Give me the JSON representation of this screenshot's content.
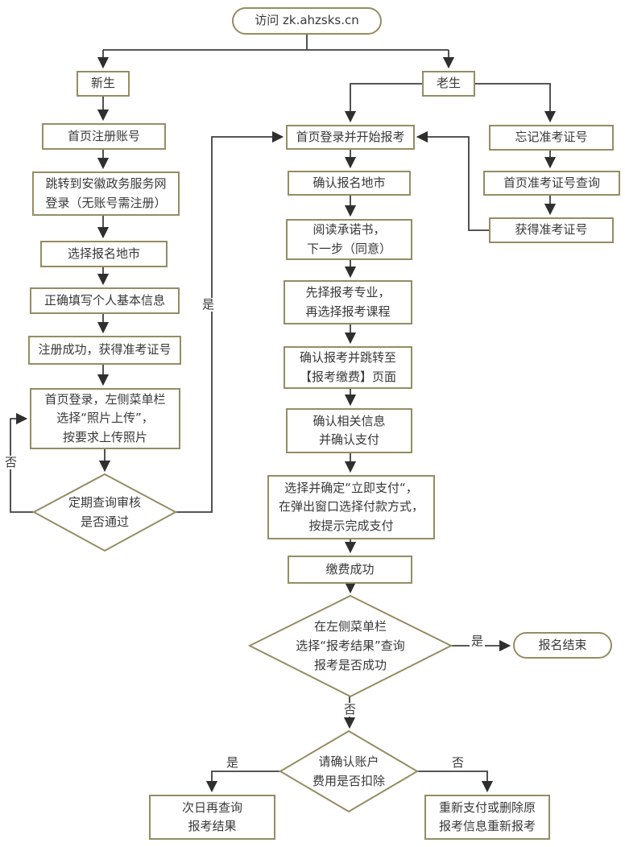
{
  "colors": {
    "box_border": "#948d64",
    "connector": "#3f3f3f",
    "text": "#383838",
    "background": "#ffffff"
  },
  "nodes": {
    "visit": "访问 zk.ahzsks.cn",
    "new_student": "新生",
    "old_student": "老生",
    "register_account": "首页注册账号",
    "gov_login": "跳转到安徽政务服务网\n登录（无账号需注册）",
    "select_city": "选择报名地市",
    "fill_info": "正确填写个人基本信息",
    "register_success": "注册成功，获得准考证号",
    "photo_upload": "首页登录，左侧菜单栏\n选择“照片上传”，\n按要求上传照片",
    "audit_check": "定期查询审核\n是否通过",
    "login_apply": "首页登录并开始报考",
    "confirm_city": "确认报名地市",
    "read_commitment": "阅读承诺书，\n下一步（同意）",
    "choose_major": "先择报考专业，\n再选择报考课程",
    "confirm_apply": "确认报考并跳转至\n【报考缴费】页面",
    "confirm_pay": "确认相关信息\n并确认支付",
    "pay_now": "选择并确定“立即支付“，\n在弹出窗口选择付款方式，\n按提示完成支付",
    "pay_success": "缴费成功",
    "result_check": "在左侧菜单栏\n选择“报考结果”查询\n报考是否成功",
    "finish": "报名结束",
    "deduct_check": "请确认账户\n费用是否扣除",
    "next_day_query": "次日再查询\n报考结果",
    "repay": "重新支付或删除原\n报考信息重新报考",
    "forget_ticket": "忘记准考证号",
    "ticket_query": "首页准考证号查询",
    "obtain_ticket": "获得准考证号"
  },
  "edge_labels": {
    "audit_yes": "是",
    "audit_no": "否",
    "result_yes": "是",
    "result_no": "否",
    "deduct_yes": "是",
    "deduct_no": "否"
  }
}
